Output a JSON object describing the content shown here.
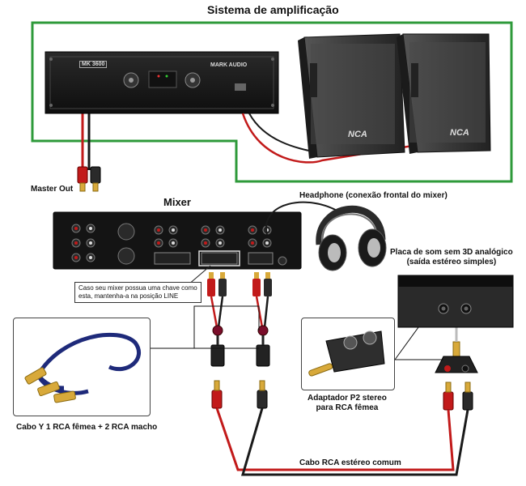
{
  "labels": {
    "system_title": "Sistema de amplificação",
    "master_out": "Master Out",
    "mixer": "Mixer",
    "headphone": "Headphone (conexão frontal do mixer)",
    "sound_card": "Placa de som sem 3D analógico\n(saída estéreo simples)",
    "line_note": "Caso seu mixer possua uma chave como\nesta, mantenha-a na posição LINE",
    "adapter": "Adaptador P2 stereo\npara RCA fêmea",
    "y_cable": "Cabo Y 1 RCA fêmea + 2 RCA macho",
    "rca_cable": "Cabo RCA estéreo comum"
  },
  "device_text": {
    "amp_model": "MK 3600",
    "amp_brand": "MARK AUDIO",
    "speaker_brand_left": "NCA",
    "speaker_brand_right": "NCA"
  },
  "colors": {
    "green_box": "#2e9a3a",
    "red_wire": "#c21a1a",
    "black_wire": "#1a1a1a",
    "blue_cable": "#1e2a7a"
  }
}
